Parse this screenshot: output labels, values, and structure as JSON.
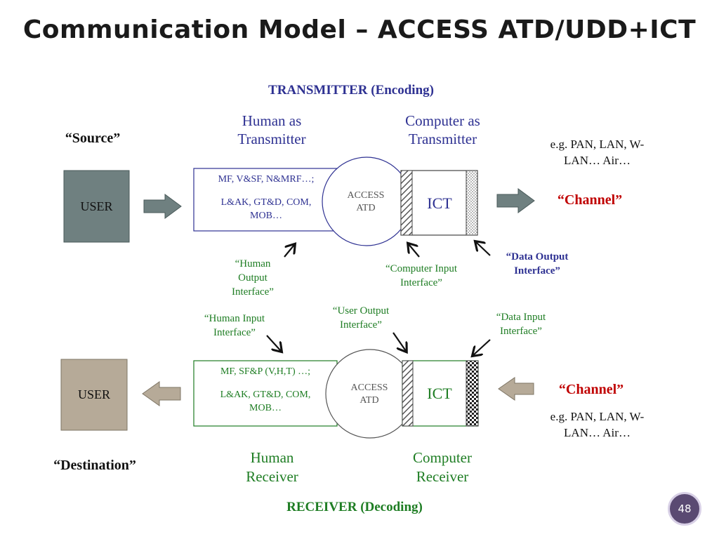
{
  "title": "Communication Model – ACCESS ATD/UDD+ICT",
  "transmitter": {
    "heading": "TRANSMITTER (Encoding)",
    "human_label": "Human as Transmitter",
    "computer_label": "Computer as Transmitter",
    "source_label": "“Source”",
    "user_label": "USER",
    "box_line1": "MF, V&SF, N&MRF…;",
    "box_line2": "L&AK, GT&D, COM, MOB…",
    "access_label": "ACCESS ATD",
    "ict_label": "ICT",
    "channel_label": "“Channel”",
    "channel_examples": "e.g. PAN, LAN, W-LAN… Air…",
    "human_output_interface": "“Human Output Interface”",
    "computer_input_interface": "“Computer Input Interface”",
    "data_output_interface": "“Data Output Interface”"
  },
  "receiver": {
    "heading": "RECEIVER (Decoding)",
    "human_label": "Human Receiver",
    "computer_label": "Computer Receiver",
    "destination_label": "“Destination”",
    "user_label": "USER",
    "box_line1": "MF, SF&P (V,H,T) …;",
    "box_line2": "L&AK, GT&D, COM, MOB…",
    "access_label": "ACCESS ATD",
    "ict_label": "ICT",
    "channel_label": "“Channel”",
    "channel_examples": "e.g. PAN, LAN, W-LAN… Air…",
    "human_input_interface": "“Human Input Interface”",
    "user_output_interface": "“User Output Interface”",
    "data_input_interface": "“Data Input Interface”"
  },
  "slide_number": "48",
  "colors": {
    "transmitter_blue": "#2e3192",
    "receiver_green": "#1e7d23",
    "channel_red": "#c00000",
    "tx_user_fill": "#6f8080",
    "rx_user_fill": "#b6aa98",
    "tx_arrow": "#6f8080",
    "rx_arrow": "#b6aa98"
  }
}
